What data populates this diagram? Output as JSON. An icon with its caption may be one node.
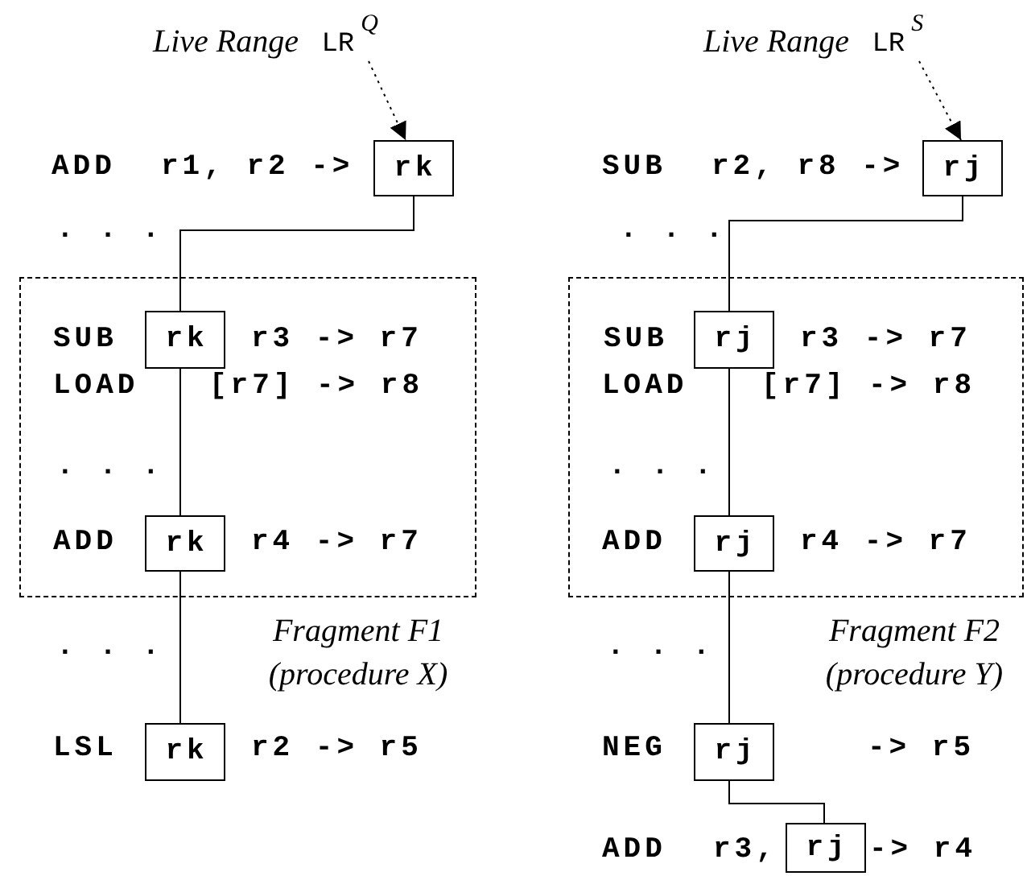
{
  "diagram": {
    "nodes": [
      {
        "text": [
          "*Live Range* LR$^{Q}$"
        ]
      },
      {
        "text": [
          "*Live Range* LR$^{S}$"
        ]
      },
      {
        "text": [
          "rk"
        ]
      },
      {
        "text": [
          "rj"
        ]
      },
      {
        "text": [
          "SUB",
          "r3 -> r7",
          "LOAD",
          "[r7] -> r8",
          ". . .",
          "ADD",
          "r4 -> r7",
          "Fragment F1 (procedure X)"
        ]
      },
      {
        "text": [
          "rk"
        ],
        "in": 4
      },
      {
        "text": [
          "rk"
        ],
        "in": 4
      },
      {
        "text": [
          "SUB",
          "r3 -> r7",
          "LOAD",
          "[r7] -> r8",
          ". . .",
          "ADD",
          "r4 -> r7",
          "Fragment F2 (procedure Y)"
        ]
      },
      {
        "text": [
          "rj"
        ],
        "in": 7
      },
      {
        "text": [
          "rj"
        ],
        "in": 7
      },
      {
        "text": [
          "rk"
        ]
      },
      {
        "text": [
          "rj"
        ]
      },
      {
        "text": [
          "rj"
        ]
      }
    ],
    "edges": [
      {
        "from": 0,
        "to": 2,
        "arrow": "to",
        "style": "dashed"
      },
      {
        "from": 1,
        "to": 3,
        "arrow": "to",
        "style": "dashed"
      },
      {
        "from": 2,
        "to": 5,
        "arrow": "none"
      },
      {
        "from": 5,
        "to": 6,
        "arrow": "none"
      },
      {
        "from": 6,
        "to": 10,
        "arrow": "none"
      },
      {
        "from": 3,
        "to": 8,
        "arrow": "none"
      },
      {
        "from": 8,
        "to": 9,
        "arrow": "none"
      },
      {
        "from": 9,
        "to": 11,
        "arrow": "none"
      },
      {
        "from": 11,
        "to": 12,
        "arrow": "none"
      }
    ],
    "labels": [
      "ADD",
      "r1, r2 ->",
      "SUB",
      "r2, r8 ->",
      ". . .",
      ". . .",
      ". . .",
      ". . .",
      "LSL",
      "r2 -> r5",
      "NEG",
      "-> r5",
      "ADD",
      "r3,",
      "-> r4"
    ]
  }
}
